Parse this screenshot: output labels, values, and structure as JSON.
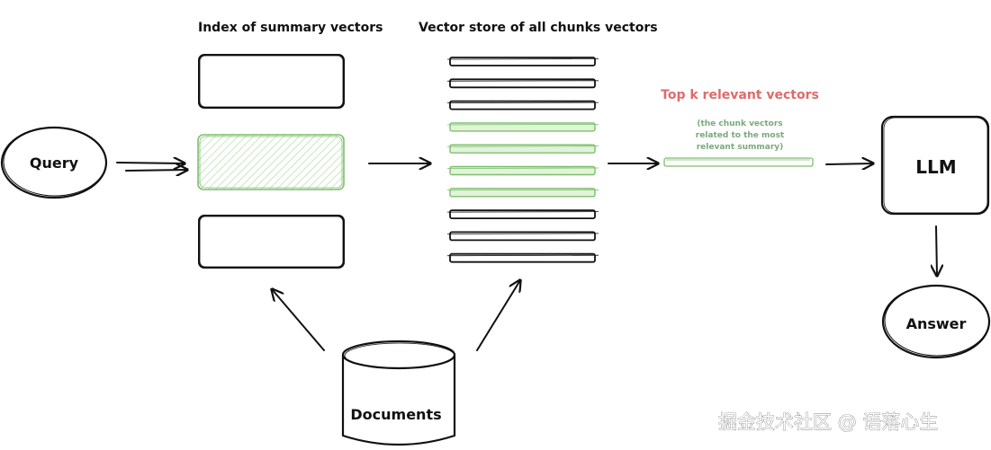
{
  "diagram": {
    "index_title": "Index of summary vectors",
    "store_title": "Vector store of all chunks vectors",
    "query_label": "Query",
    "documents_label": "Documents",
    "topk_title": "Top k relevant vectors",
    "topk_note_lines": [
      "(the chunk vectors",
      "related to the most",
      "relevant summary)"
    ],
    "llm_label": "LLM",
    "answer_label": "Answer",
    "highlight_color": "#7cbf6e",
    "topk_color": "#e06a6a"
  },
  "watermark": "掘金技术社区 @ 语落心生"
}
